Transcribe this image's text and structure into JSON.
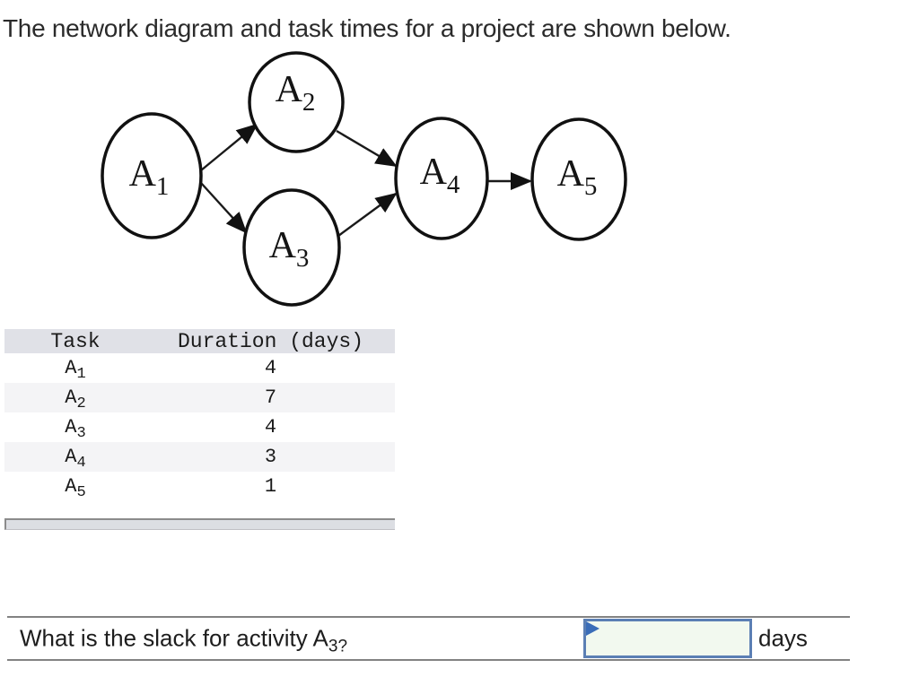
{
  "title": "The network diagram and task times for a project are shown below.",
  "diagram": {
    "nodes": [
      {
        "base": "A",
        "sub": "1"
      },
      {
        "base": "A",
        "sub": "2"
      },
      {
        "base": "A",
        "sub": "3"
      },
      {
        "base": "A",
        "sub": "4"
      },
      {
        "base": "A",
        "sub": "5"
      }
    ],
    "edges": [
      "A1→A2",
      "A1→A3",
      "A2→A4",
      "A3→A4",
      "A4→A5"
    ]
  },
  "table": {
    "headers": {
      "task": "Task",
      "duration": "Duration (days)"
    },
    "rows": [
      {
        "task_base": "A",
        "task_sub": "1",
        "duration": "4"
      },
      {
        "task_base": "A",
        "task_sub": "2",
        "duration": "7"
      },
      {
        "task_base": "A",
        "task_sub": "3",
        "duration": "4"
      },
      {
        "task_base": "A",
        "task_sub": "4",
        "duration": "3"
      },
      {
        "task_base": "A",
        "task_sub": "5",
        "duration": "1"
      }
    ]
  },
  "question": {
    "prefix": "What is the slack for activity A",
    "sub": "3",
    "suffix": "?",
    "answer_value": "",
    "unit": "days"
  },
  "colors": {
    "table_header_bg": "#e0e1e7",
    "table_alt_row_bg": "#f4f4f6",
    "input_border": "#5b7fb4",
    "input_bg": "#f2f9ef",
    "flag_blue": "#3a6db8",
    "rule_gray": "#828282"
  }
}
